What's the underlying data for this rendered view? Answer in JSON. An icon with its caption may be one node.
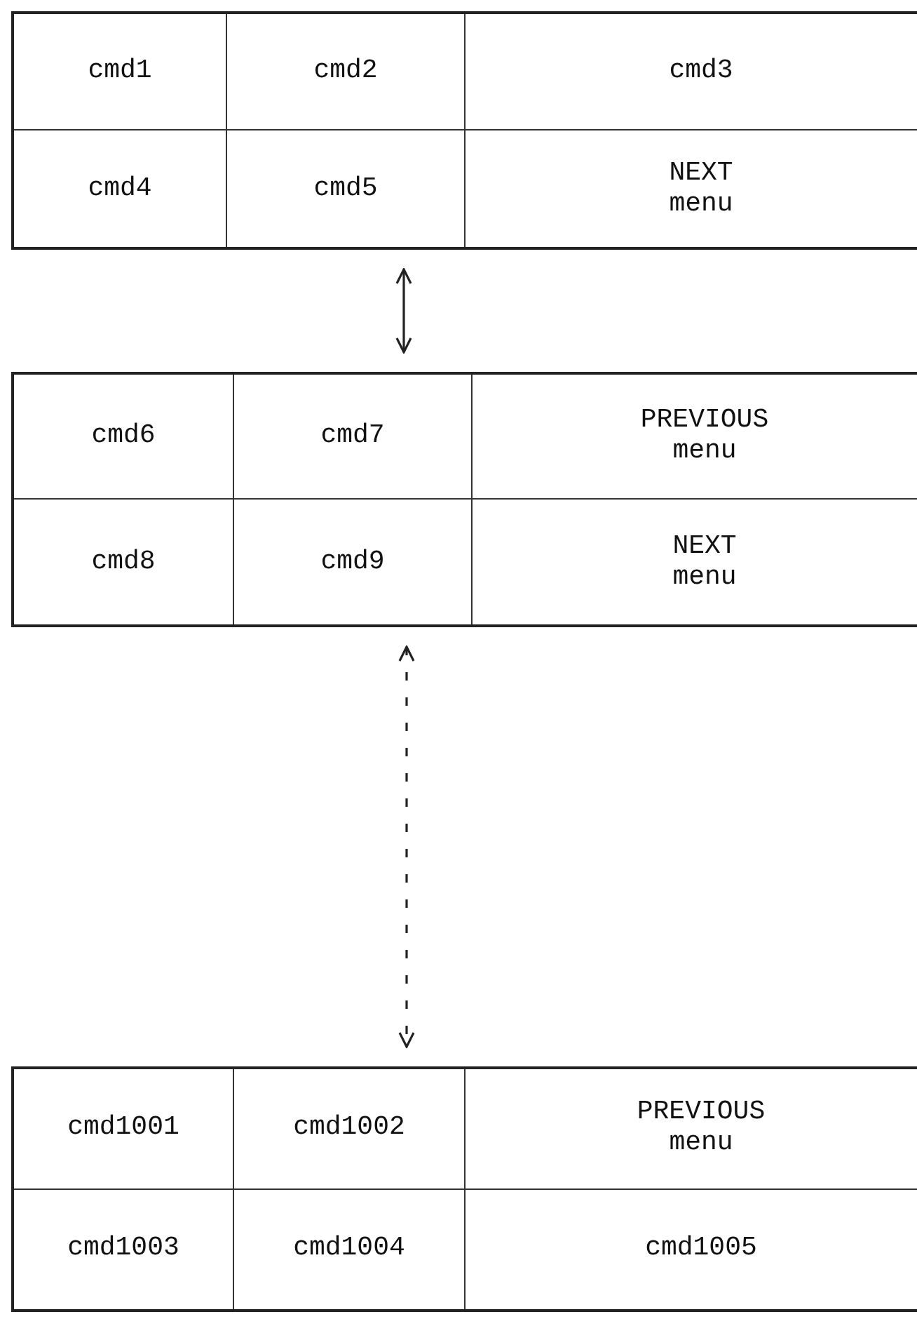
{
  "diagram": {
    "nodes": [
      {
        "text": [],
        "shape": "box"
      },
      {
        "text": [
          "cmd1"
        ],
        "in": 0
      },
      {
        "text": [
          "cmd2"
        ],
        "in": 0
      },
      {
        "text": [
          "cmd3"
        ],
        "in": 0
      },
      {
        "text": [
          "cmd4"
        ],
        "in": 0
      },
      {
        "text": [
          "cmd5"
        ],
        "in": 0
      },
      {
        "text": [
          "NEXT menu"
        ],
        "in": 0
      },
      {
        "text": [],
        "shape": "box"
      },
      {
        "text": [
          "cmd6"
        ],
        "in": 7
      },
      {
        "text": [
          "cmd7"
        ],
        "in": 7
      },
      {
        "text": [
          "PREVIOUS menu"
        ],
        "in": 7
      },
      {
        "text": [
          "cmd8"
        ],
        "in": 7
      },
      {
        "text": [
          "cmd9"
        ],
        "in": 7
      },
      {
        "text": [
          "NEXT menu"
        ],
        "in": 7
      },
      {
        "text": [],
        "shape": "box"
      },
      {
        "text": [
          "cmd1001"
        ],
        "in": 14
      },
      {
        "text": [
          "cmd1002"
        ],
        "in": 14
      },
      {
        "text": [
          "PREVIOUS menu"
        ],
        "in": 14
      },
      {
        "text": [
          "cmd1003"
        ],
        "in": 14
      },
      {
        "text": [
          "cmd1004"
        ],
        "in": 14
      },
      {
        "text": [
          "cmd1005"
        ],
        "in": 14
      }
    ],
    "edges": [
      {
        "from": 0,
        "to": 7,
        "arrow": "both"
      },
      {
        "from": 7,
        "to": 14,
        "arrow": "both",
        "style": "dashed"
      }
    ]
  }
}
